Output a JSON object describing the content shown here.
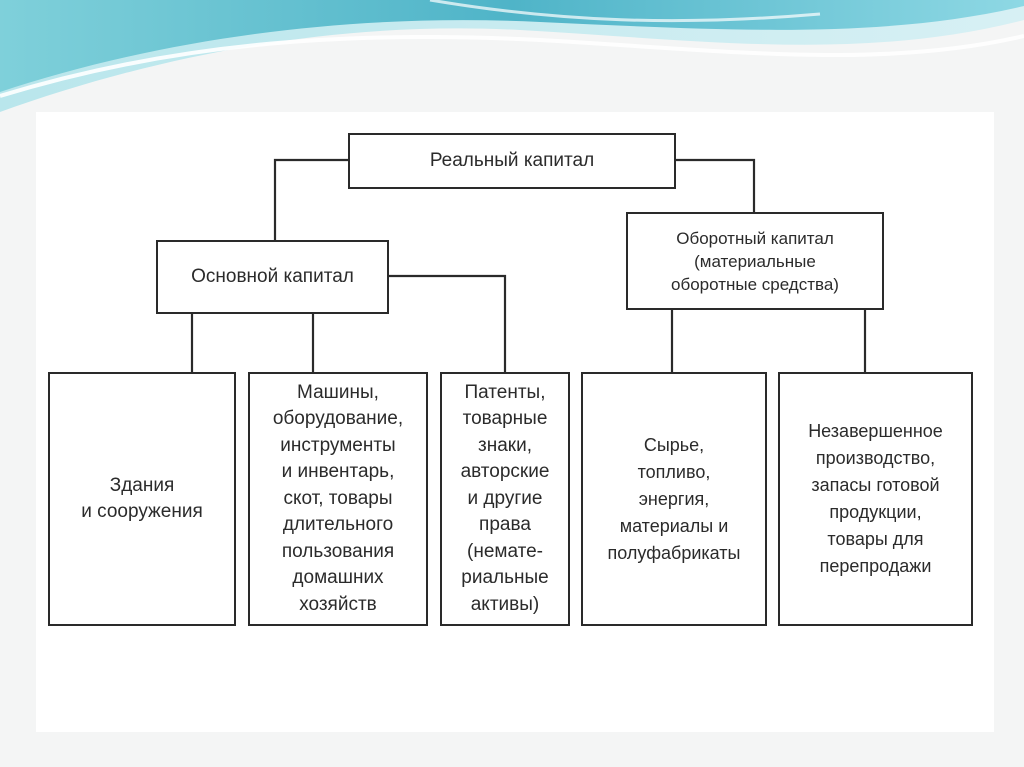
{
  "diagram": {
    "root": {
      "label": "Реальный капитал"
    },
    "branches": [
      {
        "label": "Основной капитал",
        "children": [
          {
            "label": "Здания\nи сооружения"
          },
          {
            "label": "Машины,\nоборудование,\nинструменты\nи инвентарь,\nскот, товары\nдлительного\nпользования\nдомашних\nхозяйств"
          },
          {
            "label": "Патенты,\nтоварные\nзнаки,\nавторские\nи другие\nправа\n(немате-\nриальные\nактивы)"
          }
        ]
      },
      {
        "label": "Оборотный капитал\n(материальные\nоборотные средства)",
        "children": [
          {
            "label": "Сырье,\nтопливо,\nэнергия,\nматериалы и\nполуфабрикаты"
          },
          {
            "label": "Незавершенное\nпроизводство,\nзапасы готовой\nпродукции,\nтовары для\nперепродажи"
          }
        ]
      }
    ]
  }
}
